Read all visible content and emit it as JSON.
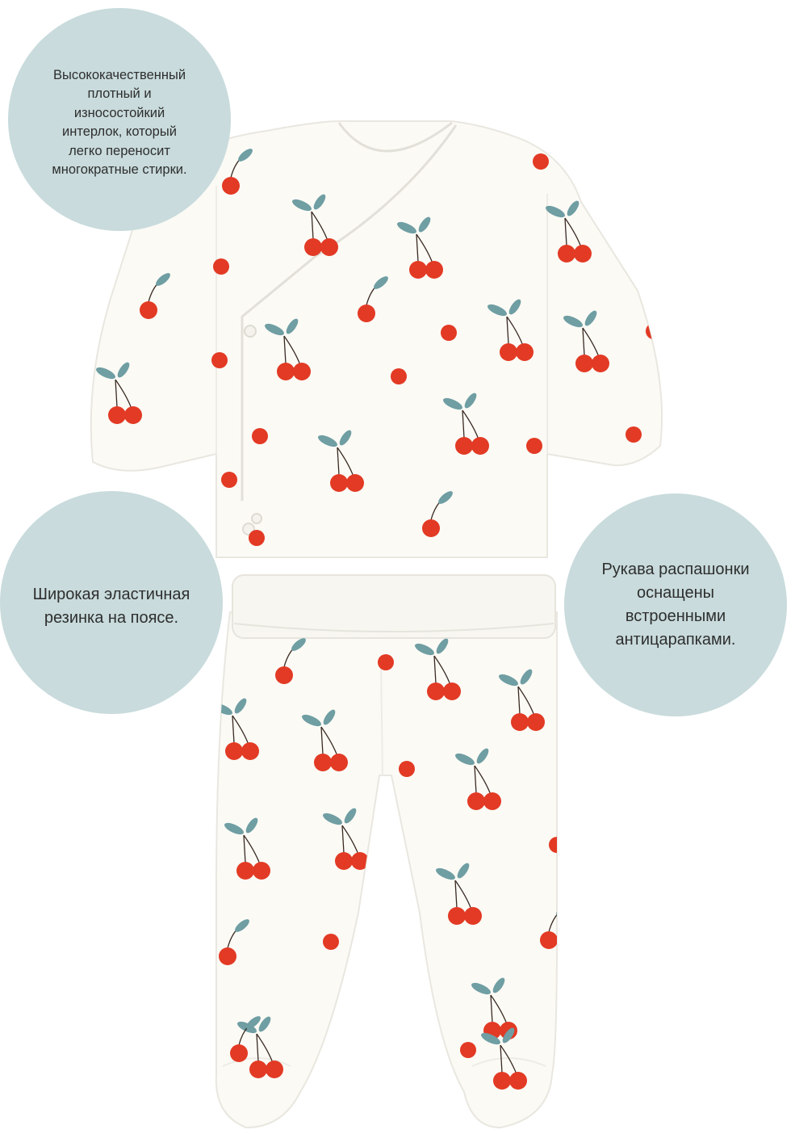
{
  "callouts": {
    "fabric": "Высококачественный\nплотный и\nизносостойкий\nинтерлок, который\nлегко переносит\nмногократные стирки.",
    "waistband": "Широкая эластичная\nрезинка на поясе.",
    "sleeves": "Рукава распашонки\nоснащены\nвстроенными\nантицарапками."
  },
  "colors": {
    "bubble": "#c9dbdc",
    "fabric": "#fbfaf5",
    "cherry": "#e23a24",
    "leaf": "#6f9ea3",
    "stem": "#3a2a22",
    "text": "#2e2e2e"
  }
}
